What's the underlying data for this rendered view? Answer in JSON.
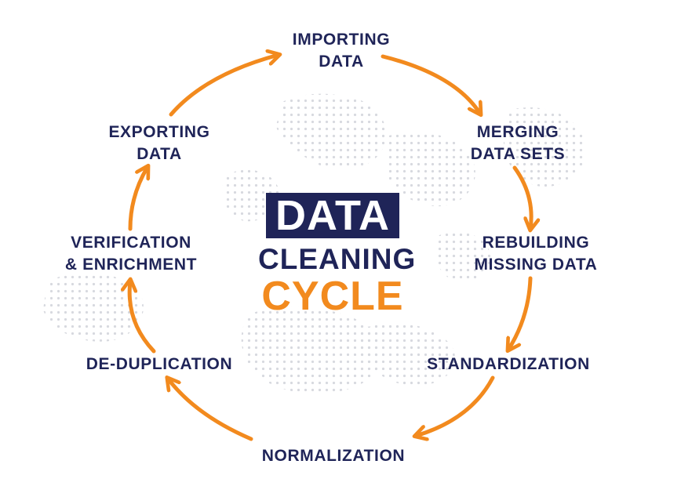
{
  "colors": {
    "navy": "#1f2458",
    "orange": "#f28a1e",
    "dots": "#d7d9df"
  },
  "center_title": {
    "line1": "DATA",
    "line2": "CLEANING",
    "line3": "CYCLE"
  },
  "steps": [
    {
      "line1": "IMPORTING",
      "line2": "DATA"
    },
    {
      "line1": "MERGING",
      "line2": "DATA SETS"
    },
    {
      "line1": "REBUILDING",
      "line2": "MISSING DATA"
    },
    {
      "line1": "STANDARDIZATION",
      "line2": ""
    },
    {
      "line1": "NORMALIZATION",
      "line2": ""
    },
    {
      "line1": "DE-DUPLICATION",
      "line2": ""
    },
    {
      "line1": "VERIFICATION",
      "line2": "& ENRICHMENT"
    },
    {
      "line1": "EXPORTING",
      "line2": "DATA"
    }
  ]
}
